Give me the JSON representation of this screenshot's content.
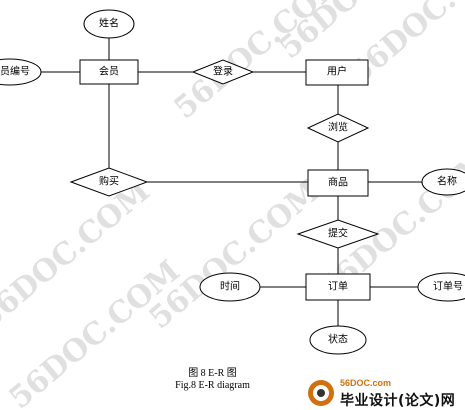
{
  "entities": {
    "member": "会员",
    "user": "用户",
    "product": "商品",
    "order": "订单"
  },
  "relationships": {
    "login": "登录",
    "browse": "浏览",
    "purchase": "购买",
    "submit": "提交"
  },
  "attributes": {
    "name": "姓名",
    "member_id": "会员编号",
    "product_name": "名称",
    "time": "时间",
    "order_no": "订单号",
    "status": "状态"
  },
  "caption": {
    "cn": "图 8   E-R 图",
    "en": "Fig.8    E-R diagram"
  },
  "watermark": "56DOC.COM",
  "logo": {
    "site": "56DOC.com",
    "text": "毕业设计(论文)网"
  },
  "colors": {
    "line": "#000000",
    "watermark": "#d9d9d9",
    "logo_accent": "#d07010"
  }
}
